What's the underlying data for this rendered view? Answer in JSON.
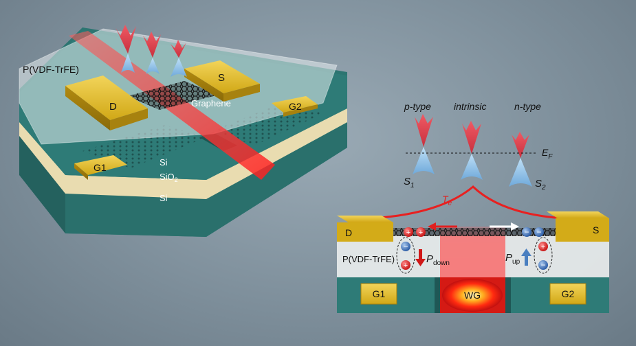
{
  "left_device": {
    "ferroelectric_label": "P(VDF-TrFE)",
    "drain_label": "D",
    "source_label": "S",
    "graphene_label": "Graphene",
    "gate1_label": "G1",
    "gate2_label": "G2",
    "si_top_label": "Si",
    "sio2_label": "SiO",
    "sio2_subscript": "2",
    "si_bottom_label": "Si"
  },
  "band_diagram": {
    "ptype_label": "p-type",
    "intrinsic_label": "intrinsic",
    "ntype_label": "n-type",
    "fermi_label": "E",
    "fermi_subscript": "F",
    "s1_label": "S",
    "s1_subscript": "1",
    "s2_label": "S",
    "s2_subscript": "2",
    "te_label": "T",
    "te_subscript": "e"
  },
  "cross_section": {
    "drain_label": "D",
    "source_label": "S",
    "ferroelectric_label": "P(VDF-TrFE)",
    "pdown_label": "P",
    "pdown_subscript": "down",
    "pup_label": "P",
    "pup_subscript": "up",
    "gate1_label": "G1",
    "waveguide_label": "WG",
    "gate2_label": "G2",
    "plus_sign": "+",
    "minus_sign": "−"
  },
  "colors": {
    "gold": "#d6b21e",
    "teal": "#2f7e7a",
    "laser_red": "#ff2a2a",
    "band_red": "#e8434f",
    "band_blue": "#8ec3ea"
  }
}
